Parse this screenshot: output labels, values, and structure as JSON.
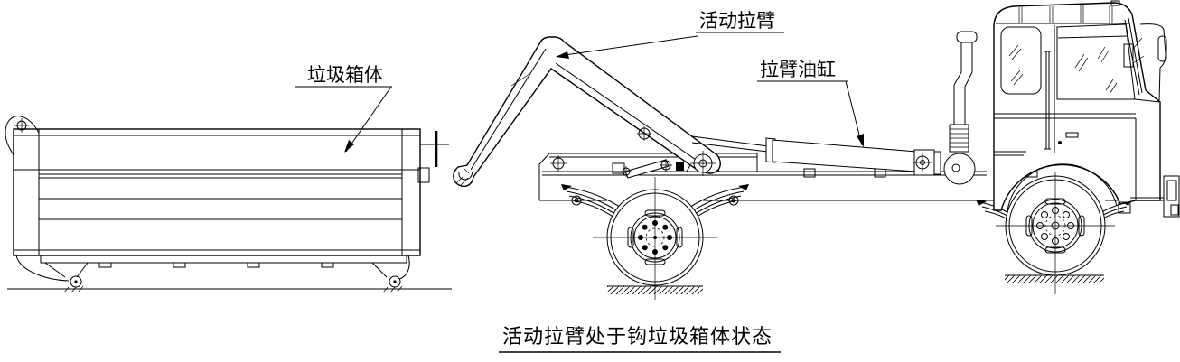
{
  "colors": {
    "ink": "#000000",
    "paper": "#ffffff"
  },
  "labels": {
    "container_body": "垃圾箱体",
    "movable_pull_arm": "活动拉臂",
    "pull_arm_cylinder": "拉臂油缸"
  },
  "caption": "活动拉臂处于钩垃圾箱体状态"
}
